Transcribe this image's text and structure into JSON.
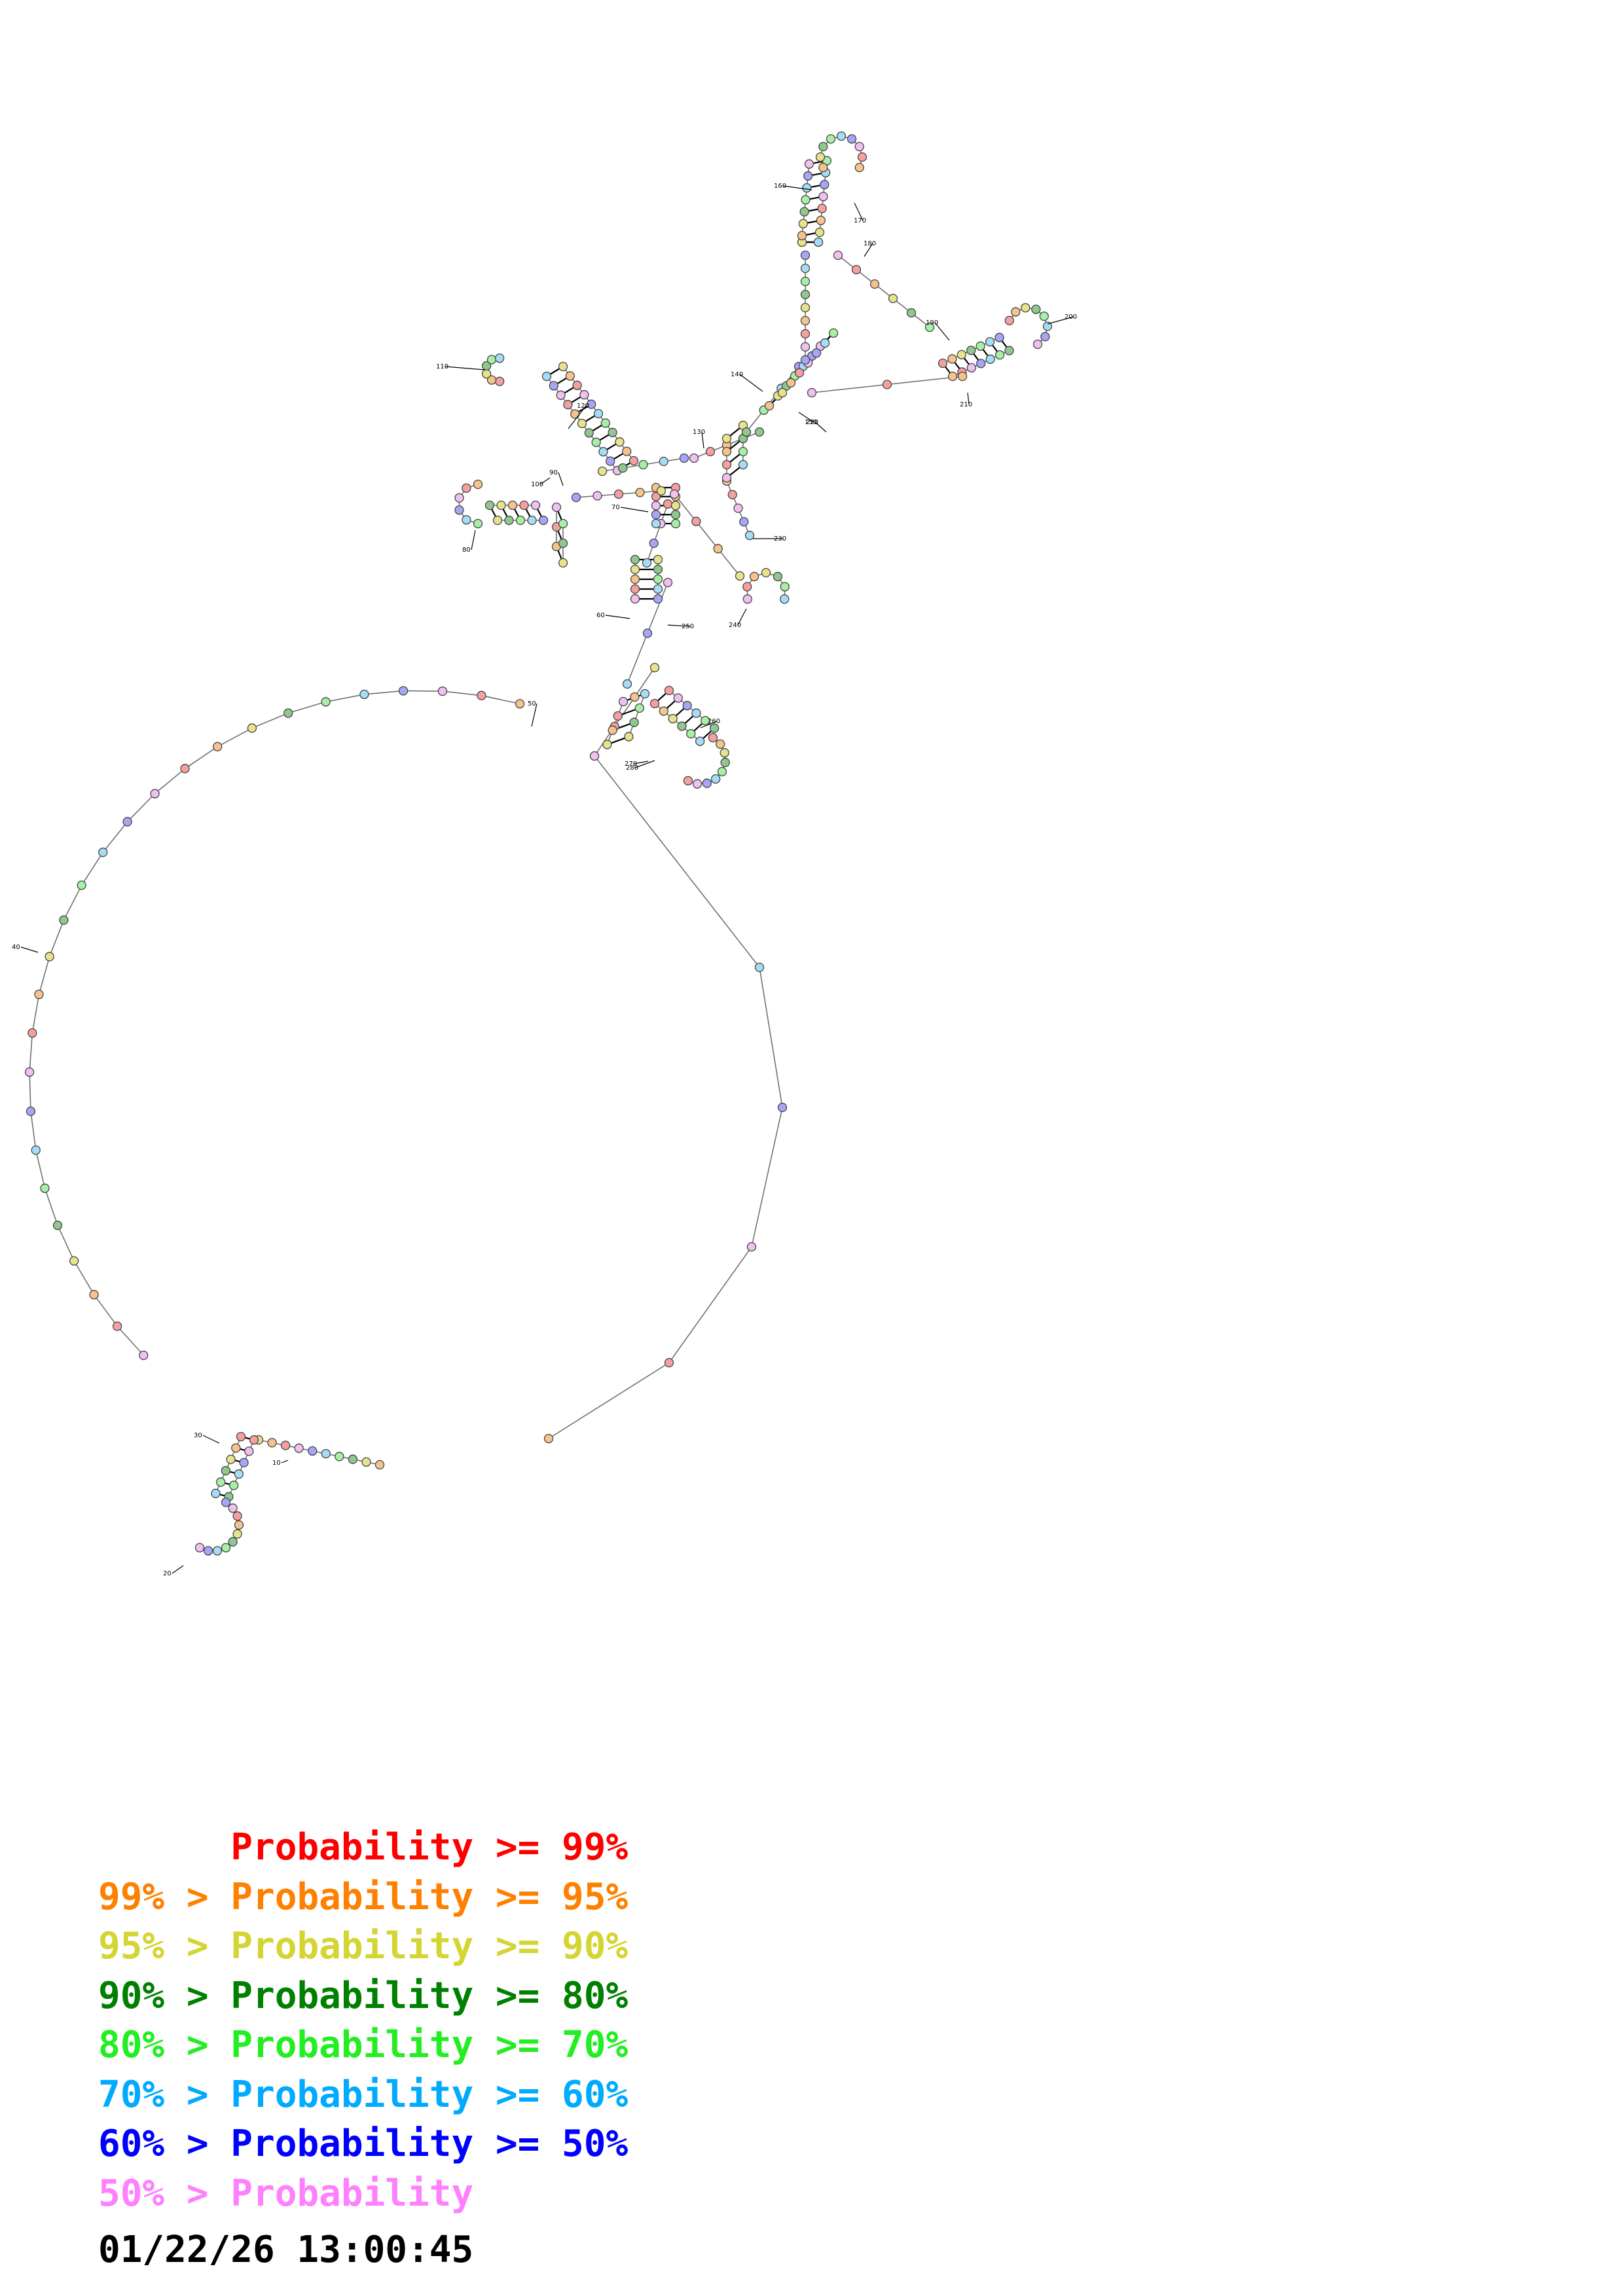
{
  "legend": {
    "rows": [
      {
        "left": "",
        "right": "Probability >= 99%",
        "color": "#ff0000"
      },
      {
        "left": "99% >",
        "right": "Probability >= 95%",
        "color": "#ff8000"
      },
      {
        "left": "95% >",
        "right": "Probability >= 90%",
        "color": "#d4d433"
      },
      {
        "left": "90% >",
        "right": "Probability >= 80%",
        "color": "#008000"
      },
      {
        "left": "80% >",
        "right": "Probability >= 70%",
        "color": "#22ee22"
      },
      {
        "left": "70% >",
        "right": "Probability >= 60%",
        "color": "#00aaff"
      },
      {
        "left": "60% >",
        "right": "Probability >= 50%",
        "color": "#0000ff"
      },
      {
        "left": "50% >",
        "right": "Probability",
        "color": "#ff80ff"
      }
    ]
  },
  "timestamp": "01/22/26 13:00:45",
  "index_labels": [
    "10",
    "20",
    "30",
    "40",
    "50",
    "60",
    "70",
    "80",
    "90",
    "100",
    "110",
    "120",
    "130",
    "140",
    "150",
    "160",
    "170",
    "180",
    "190",
    "200",
    "210",
    "220",
    "230",
    "240",
    "250",
    "260",
    "270",
    "280"
  ],
  "node_fill_colors": {
    "red": "#f4a0a0",
    "orange": "#f5c48c",
    "yellow": "#e6e38c",
    "darkgreen": "#8fc88f",
    "green": "#a6f0a6",
    "cyan": "#a6dcf5",
    "blue": "#a6a6f5",
    "pink": "#f0c0f0"
  }
}
